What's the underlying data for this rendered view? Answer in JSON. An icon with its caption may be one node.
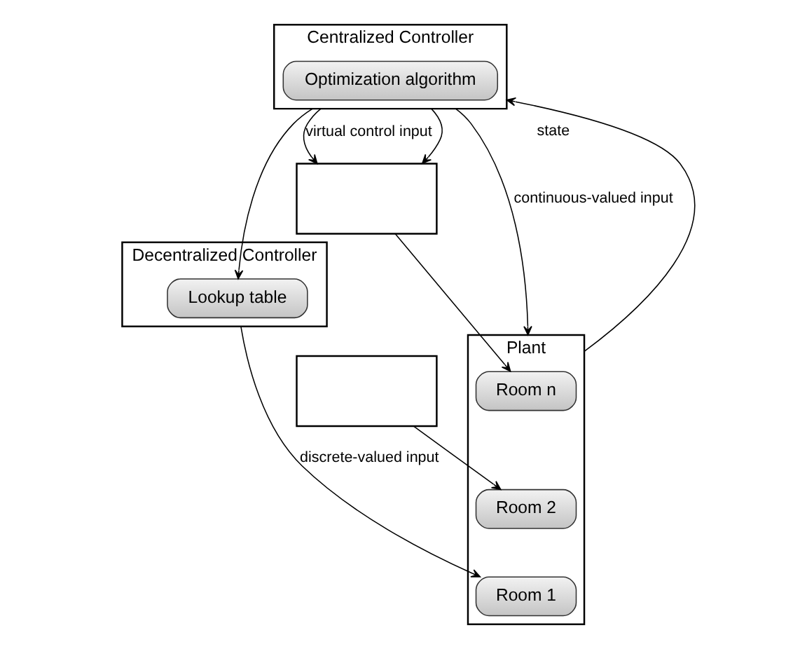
{
  "diagram": {
    "nodes": [
      {
        "text": [
          "Centralized Controller"
        ]
      },
      {
        "text": [
          "Optimization algorithm"
        ],
        "in": 0
      },
      {
        "text": [],
        "shape": "box"
      },
      {
        "text": [],
        "shape": "box"
      },
      {
        "text": [
          "Decentralized Controller"
        ]
      },
      {
        "text": [
          "Lookup table"
        ],
        "in": 4
      },
      {
        "text": [
          "Plant"
        ]
      },
      {
        "text": [
          "Room n"
        ],
        "in": 6
      },
      {
        "text": [
          "Room 2"
        ],
        "in": 6
      },
      {
        "text": [
          "Room 1"
        ],
        "in": 6
      }
    ],
    "edges": [
      {
        "from": 0,
        "to": 2,
        "arrow": "to"
      },
      {
        "from": 0,
        "to": 2,
        "arrow": "to",
        "label": "virtual control input"
      },
      {
        "from": 0,
        "to": 5,
        "arrow": "to"
      },
      {
        "from": 0,
        "to": 6,
        "arrow": "to",
        "label": "continuous-valued input"
      },
      {
        "from": 6,
        "to": 0,
        "arrow": "to",
        "label": "state"
      },
      {
        "from": 2,
        "to": 7,
        "arrow": "to"
      },
      {
        "from": 3,
        "to": 8,
        "arrow": "to"
      },
      {
        "from": 4,
        "to": 9,
        "arrow": "to",
        "label": "discrete-valued input"
      }
    ]
  }
}
